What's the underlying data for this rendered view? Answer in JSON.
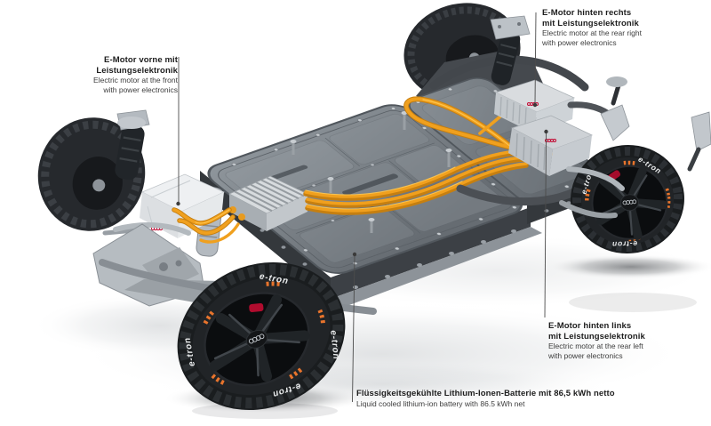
{
  "illustration_labels": {
    "front_motor": {
      "de": [
        "E-Motor vorne mit",
        "Leistungselektronik"
      ],
      "en": [
        "Electric motor at the front",
        "with power electronics"
      ]
    },
    "rear_right_motor": {
      "de": [
        "E-Motor hinten rechts",
        "mit Leistungselektronik"
      ],
      "en": [
        "Electric motor at the rear right",
        "with power electronics"
      ]
    },
    "rear_left_motor": {
      "de": [
        "E-Motor hinten links",
        "mit Leistungselektronik"
      ],
      "en": [
        "Electric motor at the rear left",
        "with power electronics"
      ]
    },
    "battery": {
      "de": [
        "Flüssigkeitsgekühlte Lithium-Ionen-Batterie mit 86,5 kWh netto"
      ],
      "en": [
        "Liquid cooled lithium-ion battery with 86.5 kWh net"
      ]
    }
  },
  "graphics": {
    "tire_lettering": "e-tron"
  },
  "colors": {
    "background": "#FFFFFF",
    "cable_orange": "#F0A01E",
    "wheel_accent_orange": "#E8742C",
    "battery_gray": "#7A8187",
    "label_text_bold": "#1D1D1D",
    "label_text_regular": "#3D3D3D",
    "leader_line": "#4B4B4B",
    "audi_red": "#BB0A30"
  }
}
